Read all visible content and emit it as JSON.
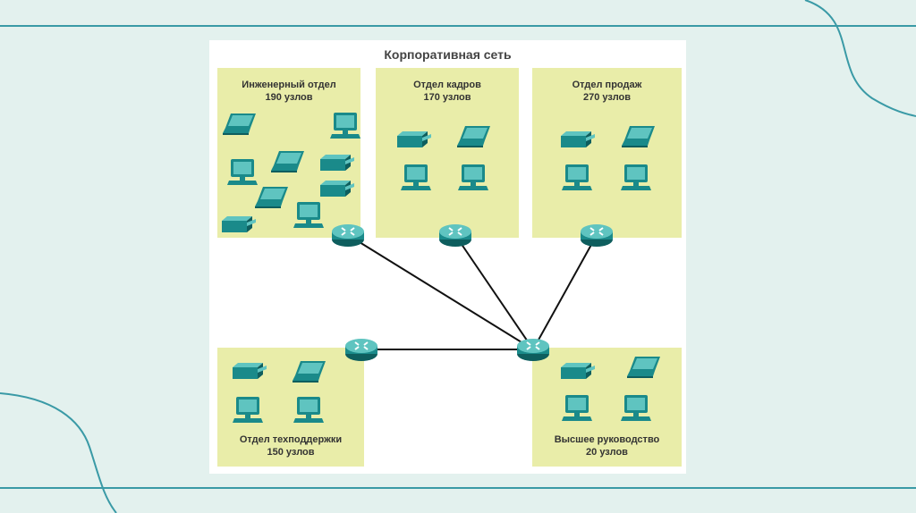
{
  "figure": {
    "title": "Корпоративная сеть"
  },
  "departments": {
    "engineering": {
      "name": "Инженерный отдел",
      "nodes": "190 узлов"
    },
    "hr": {
      "name": "Отдел кадров",
      "nodes": "170 узлов"
    },
    "sales": {
      "name": "Отдел продаж",
      "nodes": "270 узлов"
    },
    "support": {
      "name": "Отдел техподдержки",
      "nodes": "150 узлов"
    },
    "management": {
      "name": "Высшее руководство",
      "nodes": "20 узлов"
    }
  },
  "colors": {
    "device": "#1a8a8a",
    "device_light": "#5fc4c0",
    "department_bg": "#e9eda9",
    "link": "#111111",
    "slide_bg": "#e3f1ee",
    "accent_line": "#3a9aa6"
  },
  "icons": [
    "router-icon",
    "laptop-icon",
    "desktop-icon",
    "printer-icon"
  ]
}
